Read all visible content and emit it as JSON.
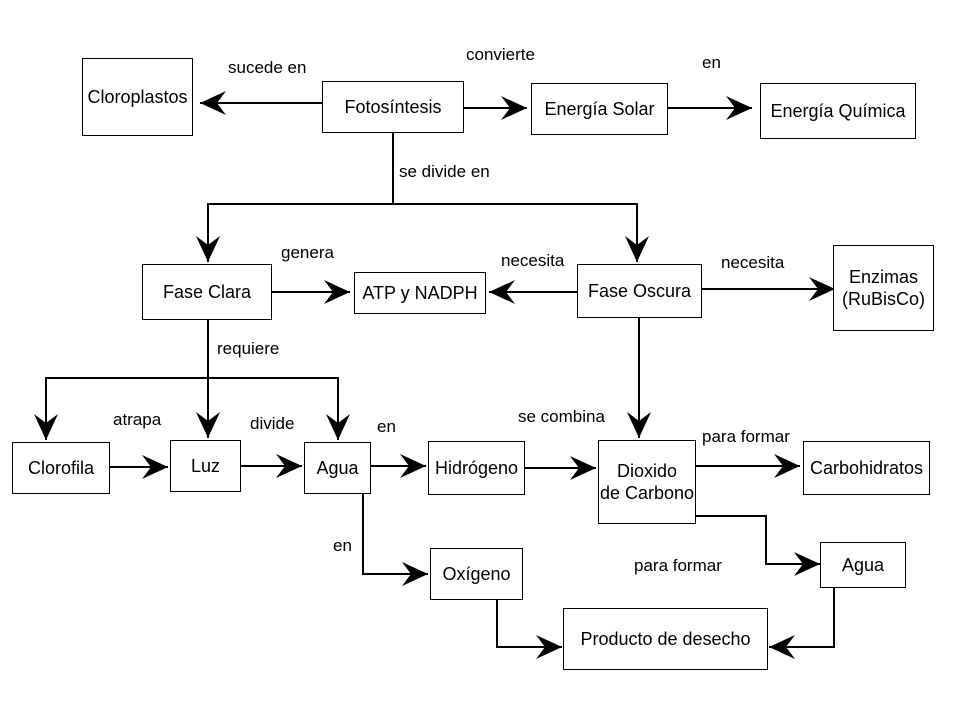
{
  "nodes": {
    "cloroplastos": "Cloroplastos",
    "fotosintesis": "Fotosíntesis",
    "energia_solar": "Energía Solar",
    "energia_quimica": "Energía Química",
    "fase_clara": "Fase Clara",
    "atp_nadph": "ATP y NADPH",
    "fase_oscura": "Fase Oscura",
    "enzimas": "Enzimas\n(RuBisCo)",
    "clorofila": "Clorofila",
    "luz": "Luz",
    "agua_1": "Agua",
    "hidrogeno": "Hidrógeno",
    "dioxido_carbono": "Dioxido\nde Carbono",
    "carbohidratos": "Carbohidratos",
    "oxigeno": "Oxígeno",
    "agua_2": "Agua",
    "producto_desecho": "Producto de desecho"
  },
  "labels": {
    "sucede_en": "sucede en",
    "convierte": "convierte",
    "en_quimica": "en",
    "se_divide_en": "se divide en",
    "genera": "genera",
    "necesita_atp": "necesita",
    "necesita_enzimas": "necesita",
    "requiere": "requiere",
    "atrapa": "atrapa",
    "divide": "divide",
    "en_hidrogeno": "en",
    "se_combina": "se combina",
    "para_formar_carbo": "para formar",
    "en_oxigeno": "en",
    "para_formar_agua": "para formar"
  }
}
